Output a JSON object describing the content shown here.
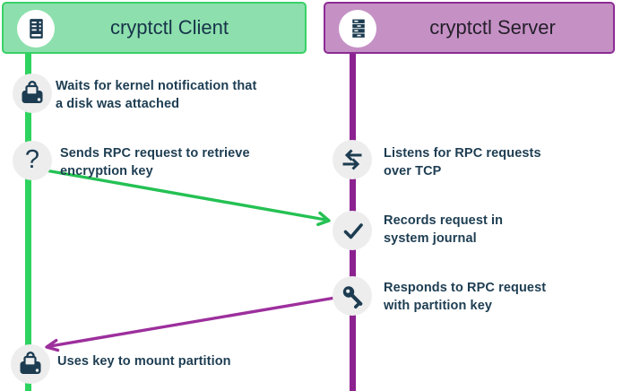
{
  "actors": [
    {
      "label": "cryptctl Client",
      "icon": "server-rack-icon"
    },
    {
      "label": "cryptctl Server",
      "icon": "server-stack-icon"
    }
  ],
  "steps": [
    {
      "id": "wait-kernel",
      "actor": "client",
      "icon": "disk-lock-icon",
      "line1": "Waits for kernel notification that",
      "line2": "a disk was attached"
    },
    {
      "id": "send-rpc",
      "actor": "client",
      "icon": "question-icon",
      "line1": "Sends RPC request to retrieve",
      "line2": "encryption key"
    },
    {
      "id": "listen-rpc",
      "actor": "server",
      "icon": "transfer-icon",
      "line1": "Listens for RPC requests",
      "line2": "over TCP"
    },
    {
      "id": "record-request",
      "actor": "server",
      "icon": "check-icon",
      "line1": "Records request in",
      "line2": "system journal"
    },
    {
      "id": "respond-rpc",
      "actor": "server",
      "icon": "key-icon",
      "line1": "Responds to RPC request",
      "line2": "with partition key"
    },
    {
      "id": "mount-partition",
      "actor": "client",
      "icon": "disk-lock-icon",
      "line1": "Uses key to mount partition",
      "line2": ""
    }
  ],
  "question_glyph": "?",
  "arrows": [
    {
      "name": "rpc-request-arrow",
      "from_step": "send-rpc",
      "to_step": "record-request",
      "color": "#24c153"
    },
    {
      "name": "key-response-arrow",
      "from_step": "respond-rpc",
      "to_step": "mount-partition",
      "color": "#9d2f9d"
    }
  ],
  "colors": {
    "background": "#ffffff",
    "client_header_fill": "#8de0ad",
    "client_header_border": "#38d167",
    "client_lifeline": "#2ed35f",
    "server_header_fill": "#c591c5",
    "server_header_border": "#8c2b94",
    "server_lifeline": "#8c2190",
    "node_fill": "#ededed",
    "icon_ink": "#1d3c51",
    "label_text": "#1d3d52",
    "client_title_text": "#17334a",
    "server_title_text": "#241e29",
    "green_arrow": "#24c153",
    "purple_arrow": "#9d2f9d"
  }
}
